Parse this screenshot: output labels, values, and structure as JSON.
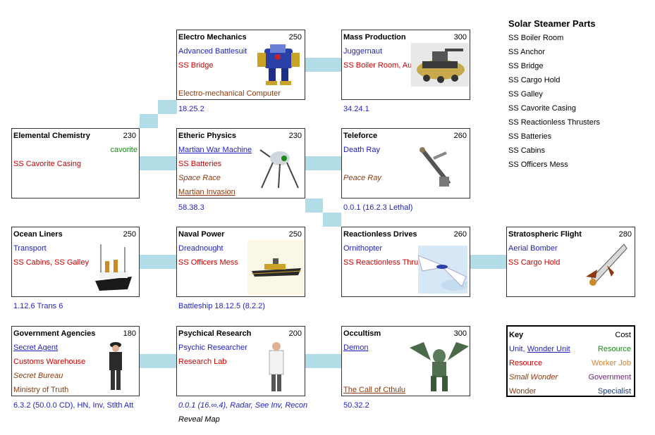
{
  "boxes": {
    "electro": {
      "title": "Electro Mechanics",
      "cost": "250",
      "unit": "Advanced Battlesuit",
      "resource": "SS Bridge",
      "wonder": "Electro-mechanical Computer",
      "below": "18.25.2"
    },
    "mass": {
      "title": "Mass Production",
      "cost": "300",
      "unit": "Juggernaut",
      "resource": "SS Boiler Room, Aut",
      "below": "34.24.1"
    },
    "elemental": {
      "title": "Elemental Chemistry",
      "cost": "230",
      "resource_green": "cavorite",
      "resource": "SS Cavorite Casing"
    },
    "etheric": {
      "title": "Etheric Physics",
      "cost": "230",
      "unit": "Martian War Machine",
      "resource": "SS Batteries",
      "small_wonder": "Space Race",
      "wonder": "Martian Invasion",
      "below": "58.38.3"
    },
    "teleforce": {
      "title": "Teleforce",
      "cost": "260",
      "unit": "Death Ray",
      "small_wonder": "Peace Ray",
      "below": "0.0.1 (16.2.3 Lethal)"
    },
    "ocean": {
      "title": "Ocean Liners",
      "cost": "250",
      "unit": "Transport",
      "resource": "SS Cabins, SS Galley",
      "below": "1.12.6 Trans 6"
    },
    "naval": {
      "title": "Naval Power",
      "cost": "250",
      "unit": "Dreadnought",
      "resource": "SS Officers Mess",
      "below": "Battleship 18.12.5 (8.2.2)"
    },
    "reactionless": {
      "title": "Reactionless Drives",
      "cost": "260",
      "unit": "Ornithopter",
      "resource": "SS Reactionless Thrus"
    },
    "strato": {
      "title": "Stratospheric Flight",
      "cost": "280",
      "unit": "Aerial Bomber",
      "resource": "SS Cargo Hold"
    },
    "gov": {
      "title": "Government Agencies",
      "cost": "180",
      "unit": "Secret Agent",
      "resource": "Customs Warehouse",
      "small_wonder": "Secret Bureau",
      "wonder": "Ministry of Truth",
      "below": "6.3.2 (50.0.0 CD), HN, Inv, Stlth Att"
    },
    "psychical": {
      "title": "Psychical Research",
      "cost": "200",
      "unit": "Psychic Researcher",
      "resource": "Research Lab",
      "below": "0.0.1 (16.∞.4), Radar, See Inv, Recon",
      "below2": "Reveal Map"
    },
    "occultism": {
      "title": "Occultism",
      "cost": "300",
      "unit": "Demon",
      "wonder": "The Call of Cthulu",
      "below": "50.32.2"
    }
  },
  "parts": {
    "title": "Solar Steamer Parts",
    "items": [
      "SS Boiler Room",
      "SS Anchor",
      "SS Bridge",
      "SS Cargo Hold",
      "SS Galley",
      "SS Cavorite Casing",
      "SS Reactionless Thrusters",
      "SS Batteries",
      "SS Cabins",
      "SS Officers Mess"
    ]
  },
  "key": {
    "title": "Key",
    "cost": "Cost",
    "unit": "Unit,",
    "wonder_unit": "Wonder Unit",
    "resource_green": "Resource",
    "resource": "Resource",
    "worker": "Worker Job",
    "small_wonder": "Small Wonder",
    "government": "Government",
    "wonder": "Wonder",
    "specialist": "Specialist"
  },
  "colors": {
    "connector": "#b2dce6",
    "unit": "#1f1fbf",
    "resource": "#cc0000",
    "wonder": "#8b3a0e",
    "green": "#1a8a1a"
  }
}
